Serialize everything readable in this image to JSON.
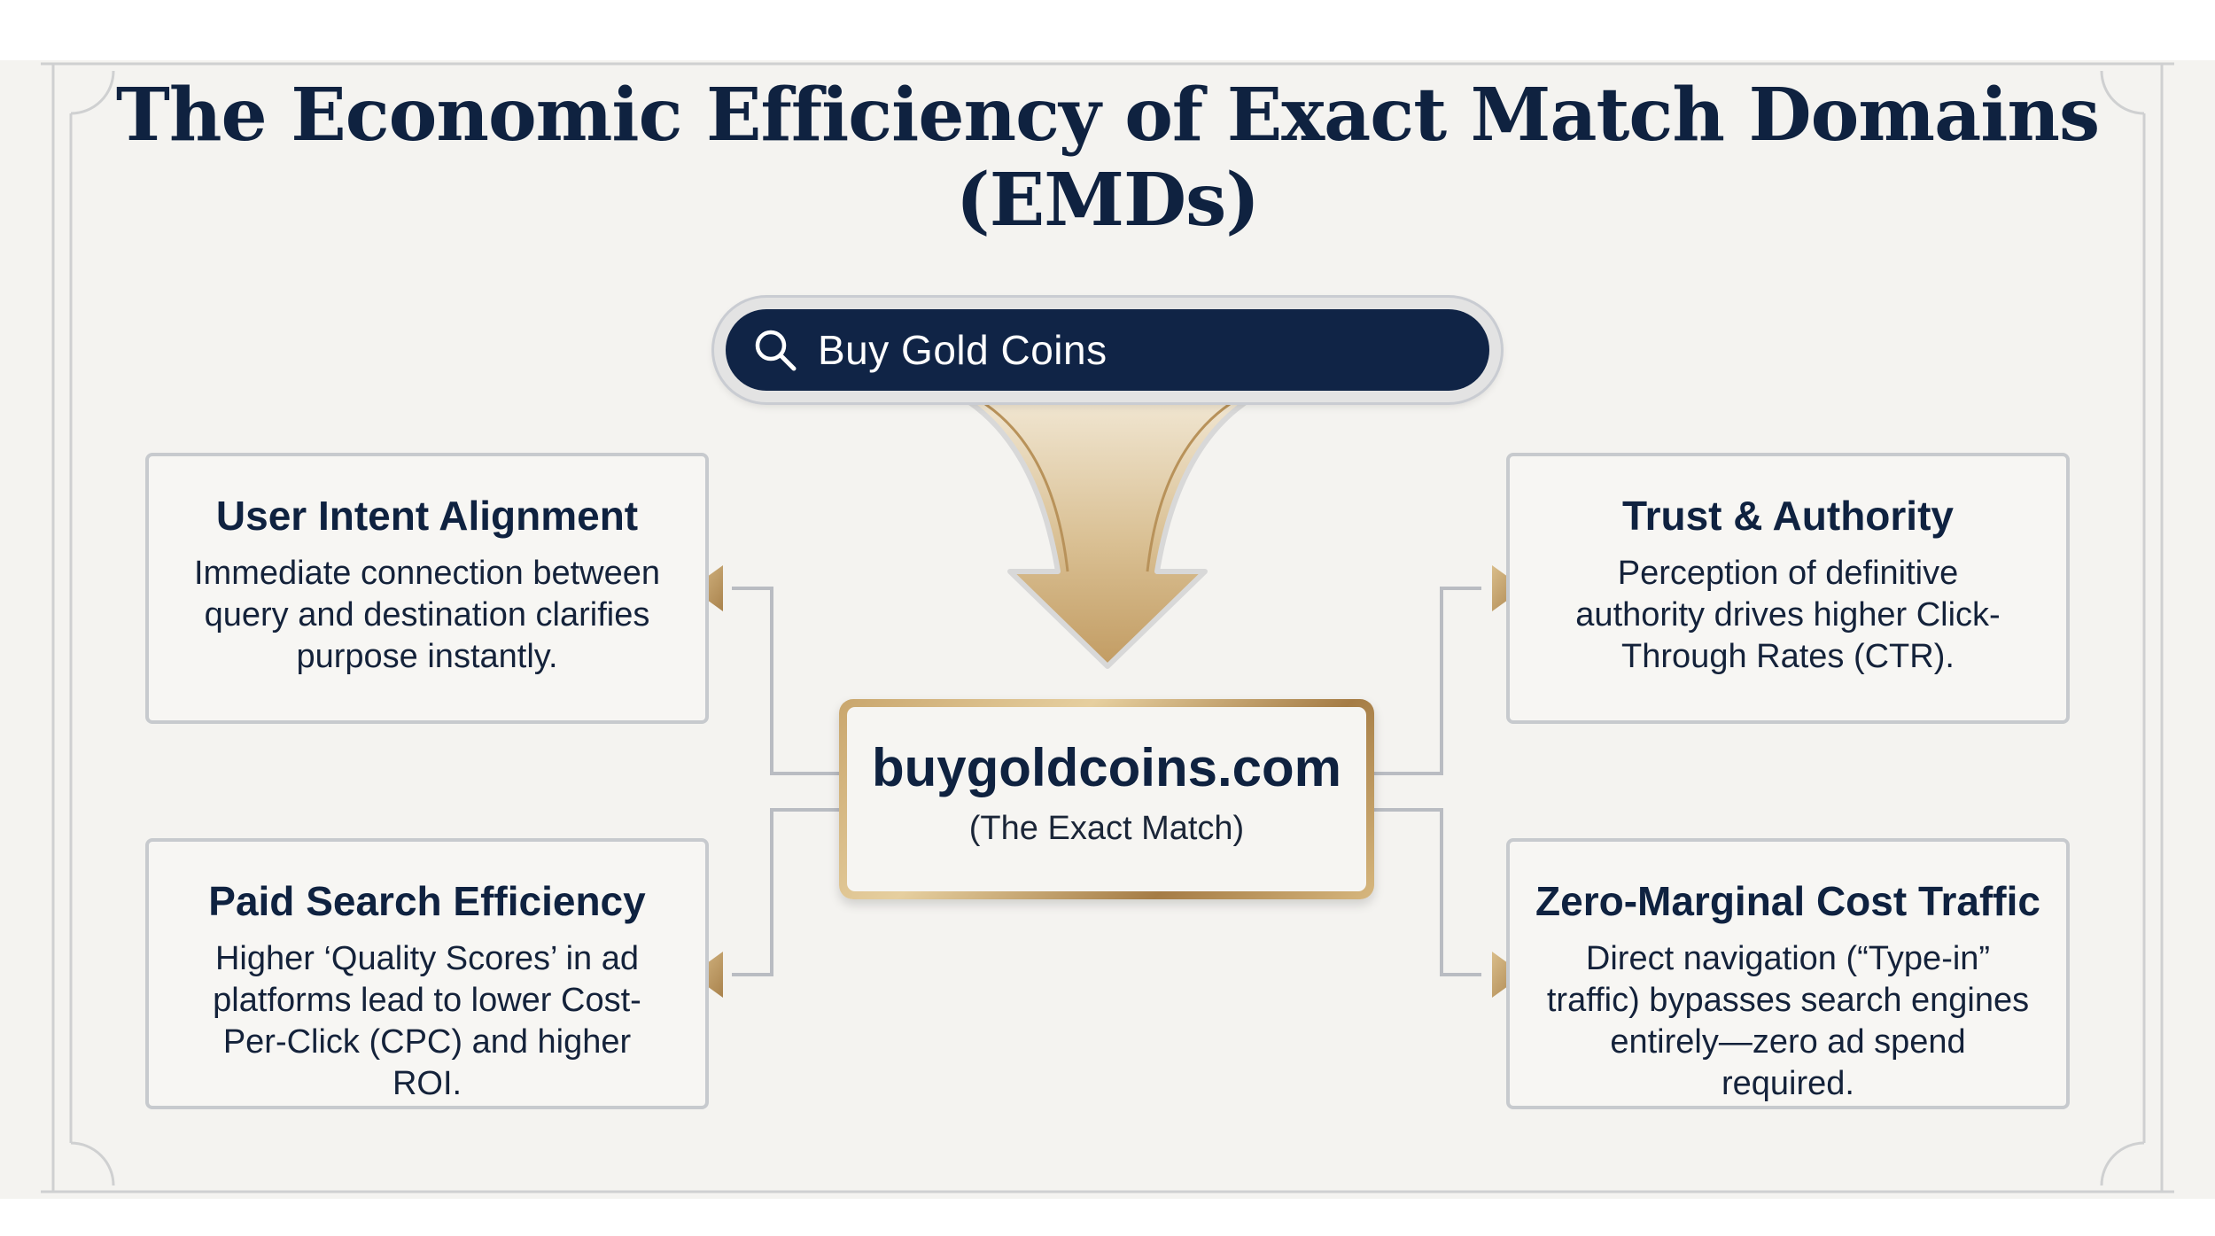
{
  "title": "The Economic Efficiency of Exact Match Domains (EMDs)",
  "search": {
    "query": "Buy Gold Coins"
  },
  "center": {
    "domain": "buygoldcoins.com",
    "subtitle": "(The Exact Match)"
  },
  "cards": {
    "user_intent": {
      "heading": "User Intent Alignment",
      "text": "Immediate connection between query and destination clarifies purpose instantly."
    },
    "trust": {
      "heading": "Trust & Authority",
      "text": "Perception of definitive authority drives higher Click-Through Rates (CTR)."
    },
    "paid_search": {
      "heading": "Paid Search Efficiency",
      "text": "Higher ‘Quality Scores’ in ad platforms lead to lower Cost-Per-Click (CPC) and higher ROI."
    },
    "zero_cost": {
      "heading": "Zero-Marginal Cost Traffic",
      "text": "Direct navigation (“Type-in” traffic) bypasses search engines entirely—zero ad spend required."
    }
  },
  "colors": {
    "navy": "#0f2240",
    "gold": "#c7a56b",
    "connector": "#b9bcc2",
    "background": "#f4f3f0"
  }
}
